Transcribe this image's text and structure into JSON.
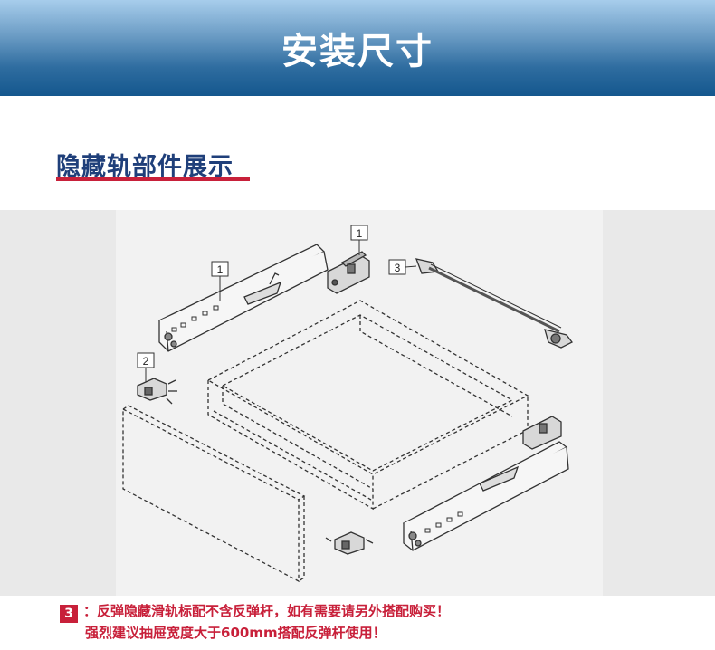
{
  "header": {
    "title": "安装尺寸"
  },
  "section": {
    "title": "隐藏轨部件展示"
  },
  "diagram": {
    "labels": {
      "rail_top": "1",
      "damper": "1",
      "pushbar": "3",
      "clip": "2"
    }
  },
  "note": {
    "badge": "3",
    "line1": "：反弹隐藏滑轨标配不含反弹杆，如有需要请另外搭配购买！",
    "line2": "强烈建议抽屉宽度大于600mm搭配反弹杆使用！"
  }
}
